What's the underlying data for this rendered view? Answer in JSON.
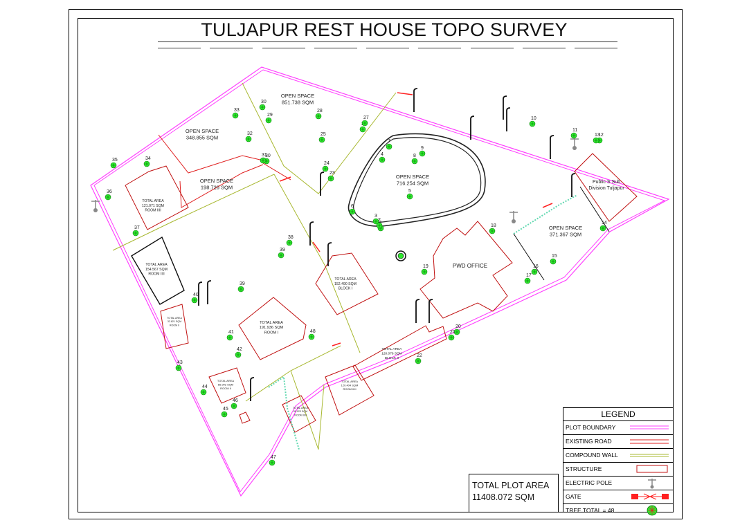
{
  "title": "TULJAPUR REST HOUSE TOPO SURVEY",
  "colors": {
    "plot_boundary": "#ff40ff",
    "road": "#e02020",
    "compound_wall": "#a8b830",
    "structure": "#c01010",
    "tree_fill": "#2ee82e",
    "fence": "#60d8b0",
    "gate": "#ff2020"
  },
  "open_spaces": [
    {
      "label": "OPEN SPACE",
      "area": "851.738 SQM"
    },
    {
      "label": "OPEN SPACE",
      "area": "348.855 SQM"
    },
    {
      "label": "OPEN SPACE",
      "area": "198.726 SQM"
    },
    {
      "label": "OPEN SPACE",
      "area": "716.254 SQM"
    },
    {
      "label": "OPEN SPACE",
      "area": "371.367 SQM"
    }
  ],
  "structures": [
    {
      "lines": [
        "TOTAL AREA",
        "121.071 SQM",
        "ROOM IIII"
      ]
    },
    {
      "lines": [
        "TOTAL AREA",
        "154.567 SQM",
        "ROOM IIII"
      ]
    },
    {
      "lines": [
        "TOTAL AREA",
        "32.821 SQM",
        "ROOM II"
      ]
    },
    {
      "lines": [
        "TOTAL AREA",
        "152.490 SQM",
        "BLOCK I"
      ]
    },
    {
      "lines": [
        "TOTAL AREA",
        "191.936 SQM",
        "ROOM I"
      ]
    },
    {
      "lines": [
        "TOTAL AREA",
        "120.076 SQM",
        "BLOCK II"
      ]
    },
    {
      "lines": [
        "TOTAL AREA",
        "120.404 SQM",
        "ROOM IIIII"
      ]
    },
    {
      "lines": [
        "TOTAL AREA",
        "66.992 SQM",
        "ROOM II"
      ]
    },
    {
      "lines": [
        "TOTAL AREA",
        "99.023 SQM",
        "ROOM IIIII"
      ]
    }
  ],
  "pwd_office": "PWD OFFICE",
  "substation": {
    "lines": [
      "Public S Sub",
      "Division Tuljapur"
    ]
  },
  "trees": [
    "1",
    "2",
    "3",
    "4",
    "5",
    "6",
    "7",
    "8",
    "9",
    "10",
    "11",
    "12",
    "13",
    "14",
    "15",
    "16",
    "17",
    "18",
    "19",
    "20",
    "21",
    "22",
    "23",
    "24",
    "25",
    "26",
    "27",
    "28",
    "29",
    "30",
    "30",
    "31",
    "32",
    "33",
    "34",
    "35",
    "36",
    "37",
    "38",
    "39",
    "39",
    "40",
    "41",
    "42",
    "43",
    "44",
    "45",
    "46",
    "47",
    "48"
  ],
  "legend": {
    "title": "LEGEND",
    "items": [
      {
        "label": "PLOT BOUNDARY",
        "symbol": "plot-boundary"
      },
      {
        "label": "EXISTING ROAD",
        "symbol": "existing-road"
      },
      {
        "label": "COMPOUND WALL",
        "symbol": "compound-wall"
      },
      {
        "label": "STRUCTURE",
        "symbol": "structure"
      },
      {
        "label": "ELECTRIC POLE",
        "symbol": "electric-pole"
      },
      {
        "label": "GATE",
        "symbol": "gate"
      },
      {
        "label": "TREE TOTAL = 48",
        "symbol": "tree"
      }
    ]
  },
  "total_plot": {
    "label": "TOTAL PLOT AREA",
    "value": "11408.072 SQM"
  }
}
